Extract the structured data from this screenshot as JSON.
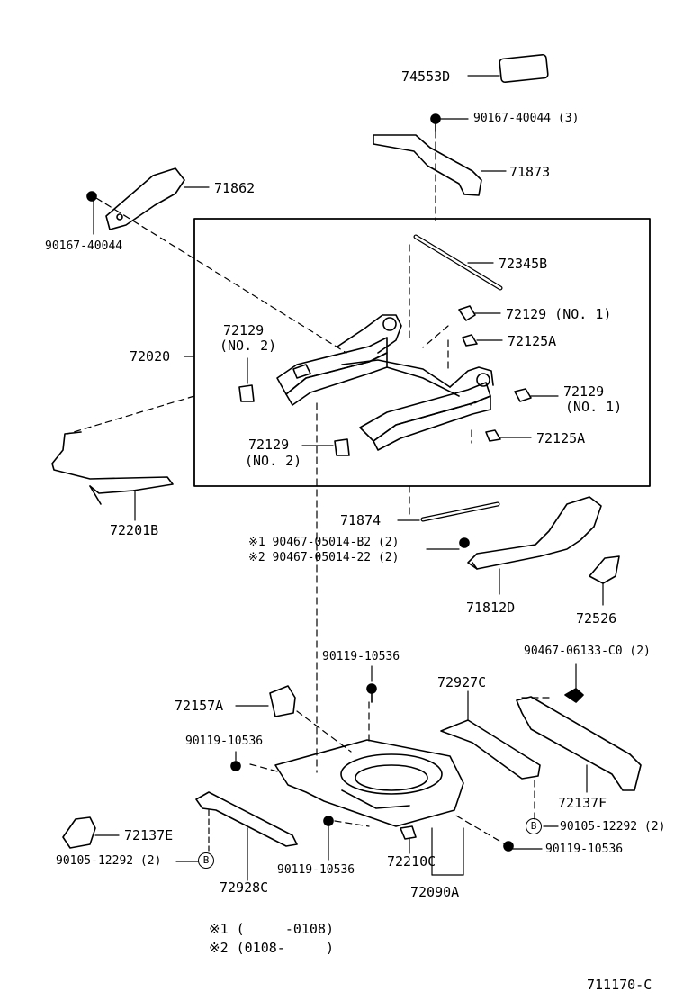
{
  "diagram": {
    "labels": {
      "p74553D": "74553D",
      "p90167_40044_3": "90167-40044 (3)",
      "p71873": "71873",
      "p71862": "71862",
      "p90167_40044": "90167-40044",
      "p72345B": "72345B",
      "p72129_no1_a": "72129 (NO. 1)",
      "p72125A_a": "72125A",
      "p72129_no2_a_code": "72129",
      "p72129_no2_a_sub": "(NO. 2)",
      "p72020": "72020",
      "p72129_no1_b_code": "72129",
      "p72129_no1_b_sub": "(NO. 1)",
      "p72125A_b": "72125A",
      "p72129_no2_b_code": "72129",
      "p72129_no2_b_sub": "(NO. 2)",
      "p72201B": "72201B",
      "p71874": "71874",
      "p90467_b2": "※1 90467-05014-B2 (2)",
      "p90467_22": "※2 90467-05014-22 (2)",
      "p71812D": "71812D",
      "p72526": "72526",
      "p90119_top": "90119-10536",
      "p90467_06133": "90467-06133-C0 (2)",
      "p72927C": "72927C",
      "p72157A": "72157A",
      "p90119_left": "90119-10536",
      "p72137F": "72137F",
      "p90105_right": "90105-12292 (2)",
      "p72137E": "72137E",
      "p90119_right": "90119-10536",
      "p90105_left": "90105-12292 (2)",
      "p90119_bottom": "90119-10536",
      "p72210C": "72210C",
      "p72928C": "72928C",
      "p72090A": "72090A"
    },
    "circle_marks": {
      "b_right": "B",
      "b_left": "B"
    },
    "notes": {
      "note1": "※1 (     -0108)",
      "note2": "※2 (0108-     )"
    },
    "figure_code": "711170-C"
  }
}
